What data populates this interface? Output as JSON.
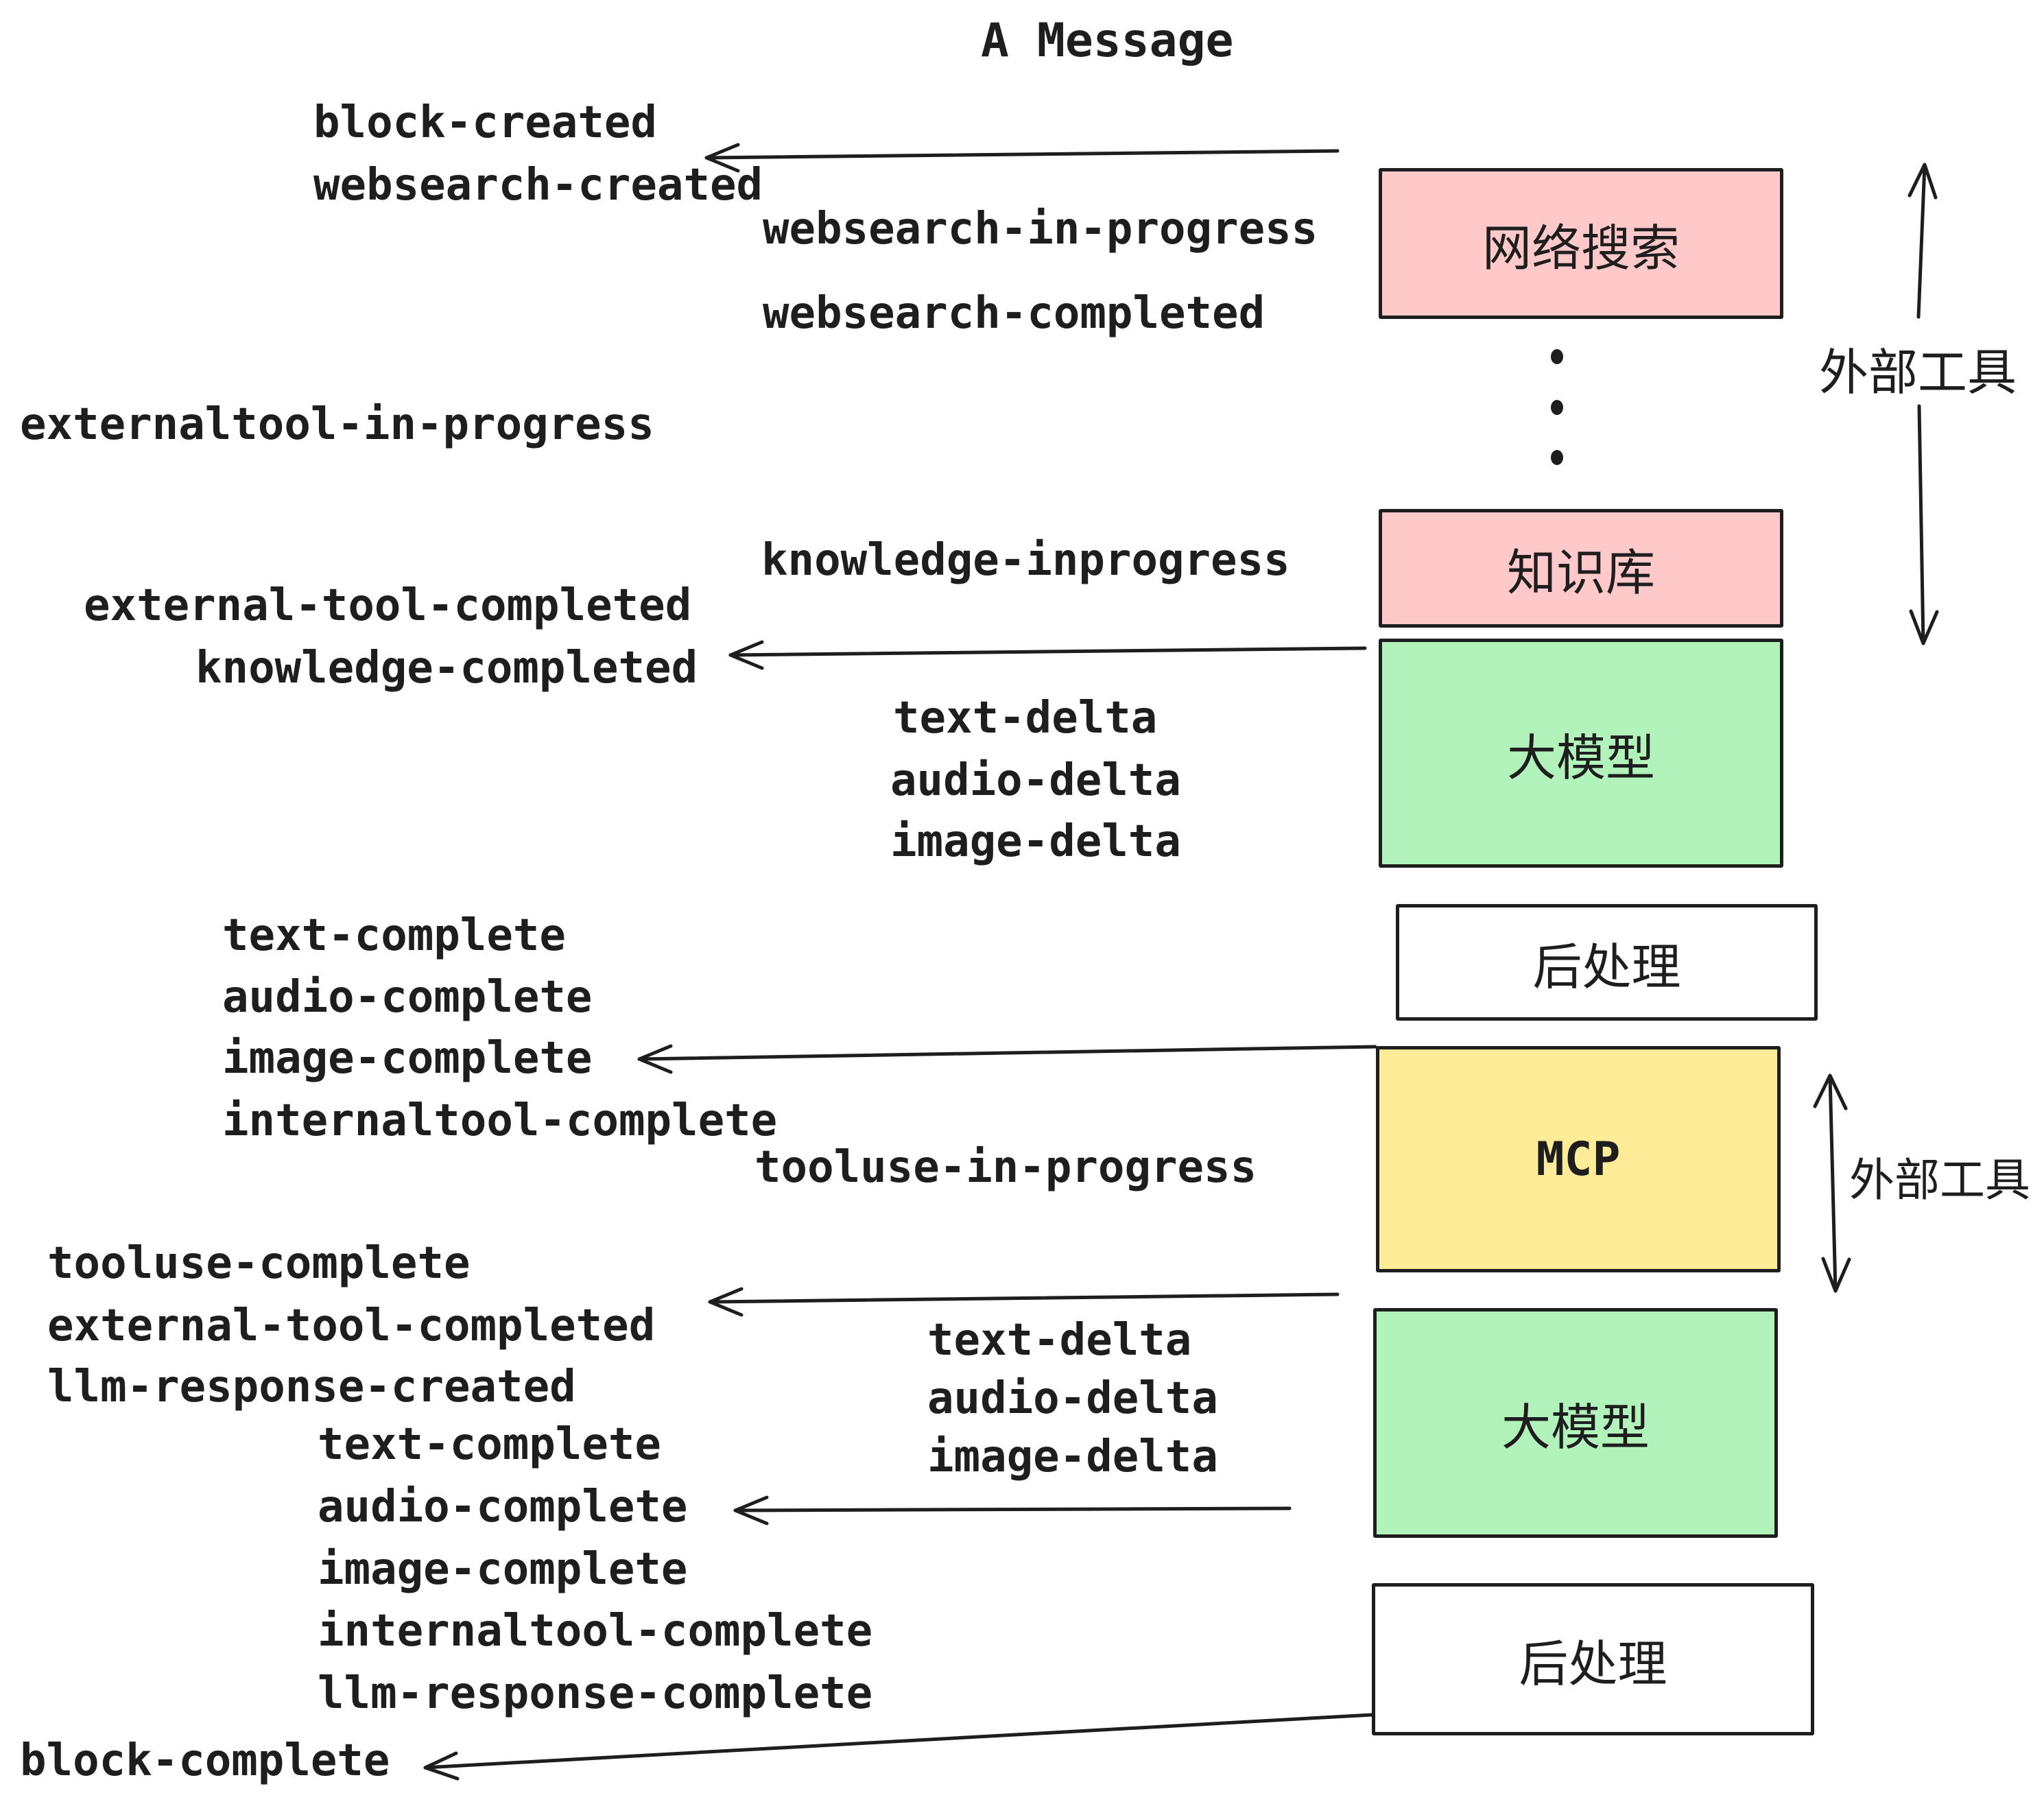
{
  "title": "A Message",
  "colors": {
    "pink": "#ffc9c9",
    "green": "#b2f2bb",
    "yellow": "#ffec99",
    "box-border": "#1e1e1e",
    "text": "#1e1e1e",
    "background": "#ffffff"
  },
  "boxes": [
    {
      "id": "websearch",
      "label": "网络搜索"
    },
    {
      "id": "knowledge",
      "label": "知识库"
    },
    {
      "id": "llm-1",
      "label": "大模型"
    },
    {
      "id": "postprocess-1",
      "label": "后处理"
    },
    {
      "id": "mcp",
      "label": "MCP"
    },
    {
      "id": "llm-2",
      "label": "大模型"
    },
    {
      "id": "postprocess-2",
      "label": "后处理"
    }
  ],
  "side_labels": [
    {
      "id": "external-tools-top",
      "text": "外部工具"
    },
    {
      "id": "external-tools-bottom",
      "text": "外部工具"
    }
  ],
  "events": [
    "block-created",
    "websearch-created",
    "websearch-in-progress",
    "websearch-completed",
    "externaltool-in-progress",
    "knowledge-inprogress",
    "external-tool-completed",
    "knowledge-completed",
    "text-delta",
    "audio-delta",
    "image-delta",
    "text-complete",
    "audio-complete",
    "image-complete",
    "internaltool-complete",
    "tooluse-in-progress",
    "tooluse-complete",
    "external-tool-completed",
    "llm-response-created",
    "text-delta",
    "audio-delta",
    "image-delta",
    "text-complete",
    "audio-complete",
    "image-complete",
    "internaltool-complete",
    "llm-response-complete",
    "block-complete"
  ]
}
